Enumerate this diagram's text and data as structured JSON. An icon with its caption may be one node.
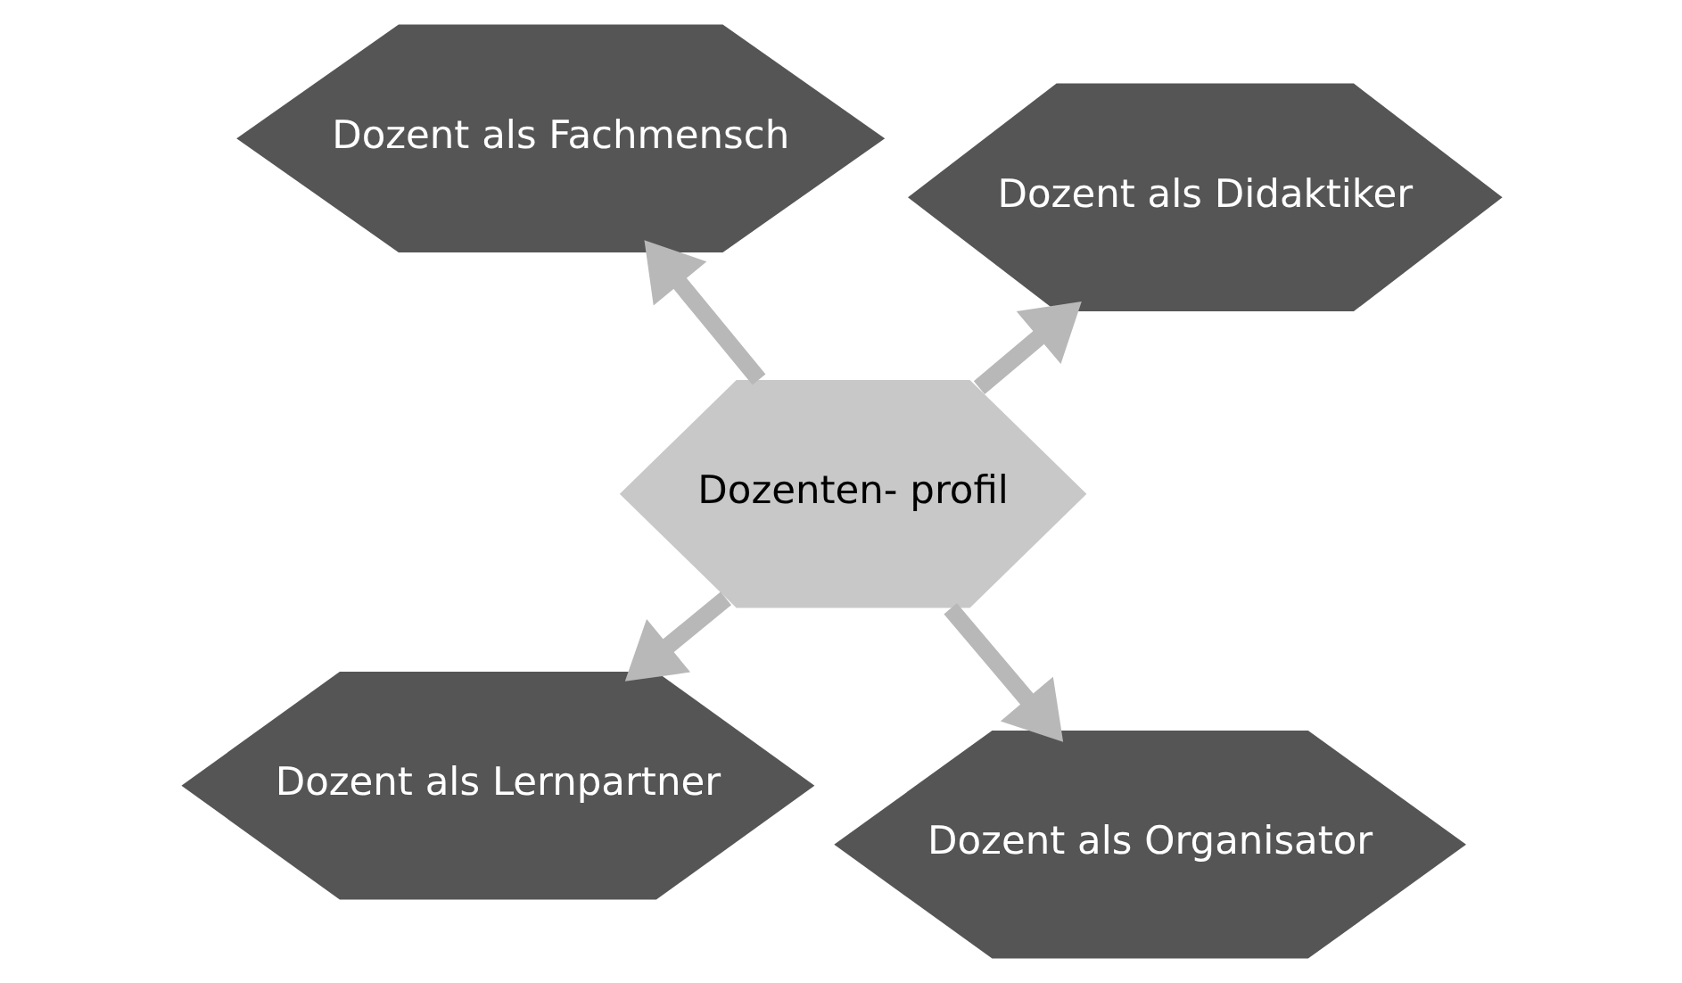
{
  "diagram": {
    "nodes": [
      {
        "text": [
          "Dozent als Lernpartner"
        ]
      },
      {
        "text": [
          "Dozent als Organisator"
        ]
      },
      {
        "text": [
          "Dozenten- profil"
        ]
      },
      {
        "text": [
          "Dozent als Fachmensch"
        ]
      },
      {
        "text": [
          "Dozent als Didaktiker"
        ]
      }
    ],
    "edges": [
      {
        "from": 2,
        "to": 0,
        "arrow": "to"
      },
      {
        "from": 2,
        "to": 1,
        "arrow": "to"
      },
      {
        "from": 2,
        "to": 3,
        "arrow": "to"
      },
      {
        "from": 2,
        "to": 4,
        "arrow": "to"
      }
    ]
  }
}
